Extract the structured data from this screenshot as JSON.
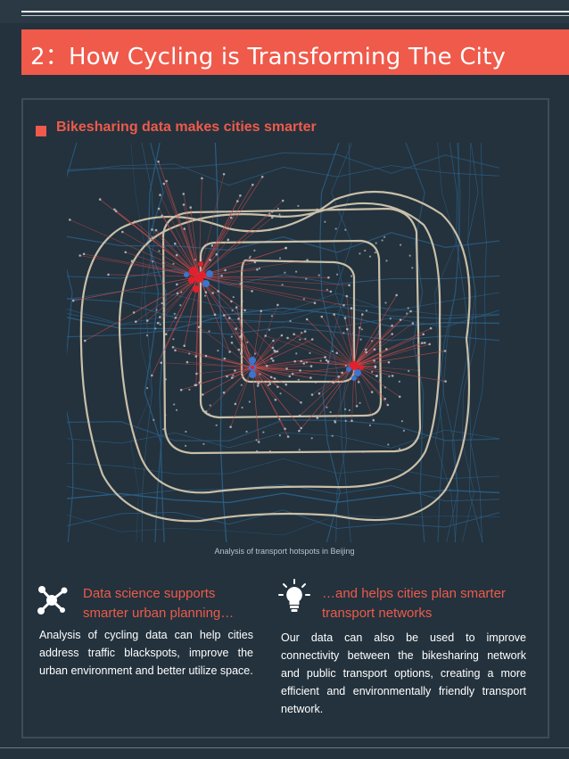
{
  "header": {
    "title": "2：How Cycling is Transforming The City"
  },
  "section": {
    "title": "Bikesharing data makes cities smarter"
  },
  "map": {
    "caption": "Analysis of transport hotspots in Beijing",
    "colors": {
      "background": "#23323d",
      "ring_roads": "#c9bfa8",
      "minor_roads": "#2c5f86",
      "flow_lines": "#c74b4a",
      "station_dots": "#b9c2c8",
      "hub_red": "#e3202c",
      "hub_blue": "#3d74cf"
    },
    "hotspots": [
      "north-west hub",
      "central hub",
      "east hub"
    ]
  },
  "features": [
    {
      "icon": "network-nodes-icon",
      "title_line1": "Data science supports",
      "title_line2": "smarter urban planning…",
      "body": "Analysis of cycling data can help cities address traffic blackspots, improve the urban environment and better utilize space."
    },
    {
      "icon": "lightbulb-icon",
      "title_line1": "…and helps cities plan smarter",
      "title_line2": "transport networks",
      "body": "Our data can also be used  to improve connectivity between the bikesharing network and public transport options, creating a more efficient and environmentally friendly transport network."
    }
  ],
  "theme": {
    "accent": "#ef5a4b",
    "text": "#ffffff"
  }
}
